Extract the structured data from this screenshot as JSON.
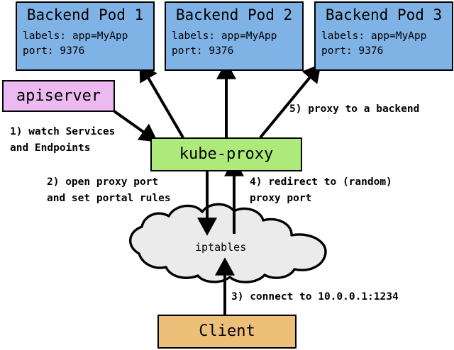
{
  "diagram": {
    "title": "kube-proxy service proxy flow",
    "pods": [
      {
        "title": "Backend Pod 1",
        "labels_line": "labels: app=MyApp",
        "port_line": "port: 9376"
      },
      {
        "title": "Backend Pod 2",
        "labels_line": "labels: app=MyApp",
        "port_line": "port: 9376"
      },
      {
        "title": "Backend Pod 3",
        "labels_line": "labels: app=MyApp",
        "port_line": "port: 9376"
      }
    ],
    "nodes": {
      "apiserver": "apiserver",
      "kube_proxy": "kube-proxy",
      "iptables": "iptables",
      "client": "Client"
    },
    "steps": {
      "step1_line1": "1) watch Services",
      "step1_line2": "and Endpoints",
      "step2_line1": "2) open proxy port",
      "step2_line2": "and set portal rules",
      "step3": "3) connect to 10.0.0.1:1234",
      "step4_line1": "4) redirect to (random)",
      "step4_line2": "proxy port",
      "step5": "5) proxy to a backend"
    },
    "colors": {
      "pod": "#7fb2e5",
      "apiserver": "#edb9f2",
      "kube_proxy": "#adea79",
      "iptables": "#ebebeb",
      "client": "#edc07a",
      "stroke": "#000000"
    }
  }
}
